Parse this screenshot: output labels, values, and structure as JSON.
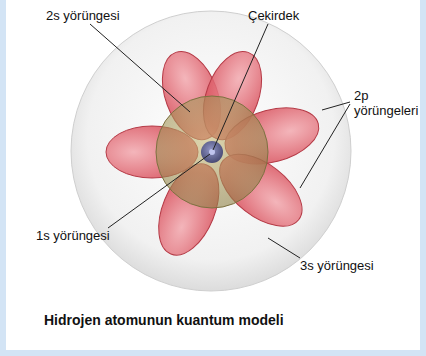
{
  "diagram": {
    "caption": "Hidrojen atomunun kuantum modeli",
    "labels": [
      "2s yörüngesi",
      "Çekirdek",
      "2p yörüngeleri",
      "1s yörüngesi",
      "3s yörüngesi"
    ]
  }
}
